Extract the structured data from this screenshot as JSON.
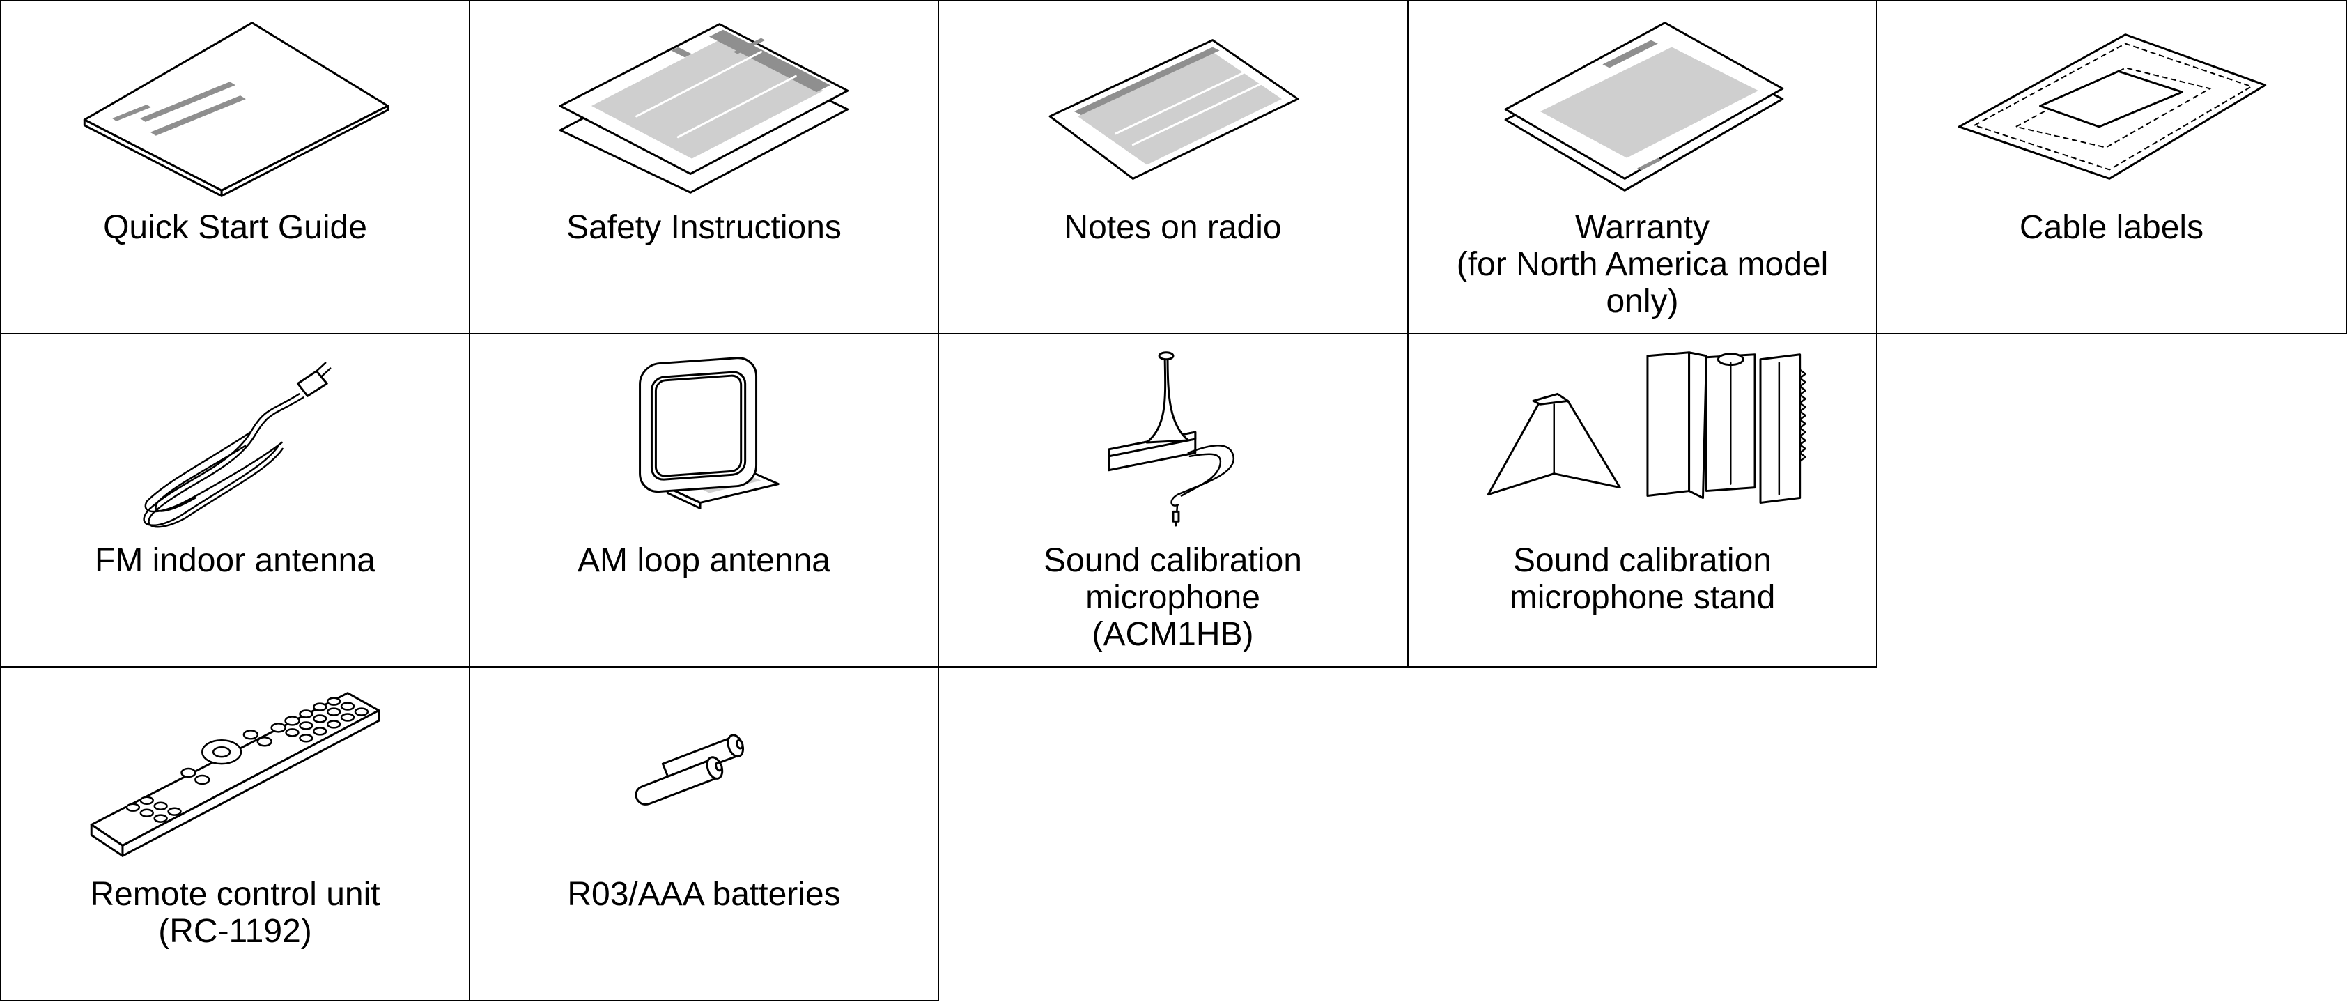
{
  "items": [
    {
      "label": "Quick Start Guide"
    },
    {
      "label": "Safety Instructions"
    },
    {
      "label": "Notes on radio"
    },
    {
      "label": "Warranty\n(for North America model\nonly)"
    },
    {
      "label": "Cable labels"
    },
    {
      "label": "FM indoor antenna"
    },
    {
      "label": "AM loop antenna"
    },
    {
      "label": "Sound calibration\nmicrophone\n(ACM1HB)"
    },
    {
      "label": "Sound calibration\nmicrophone stand"
    },
    {
      "label": "Remote control unit\n(RC-1192)"
    },
    {
      "label": "R03/AAA batteries"
    }
  ]
}
